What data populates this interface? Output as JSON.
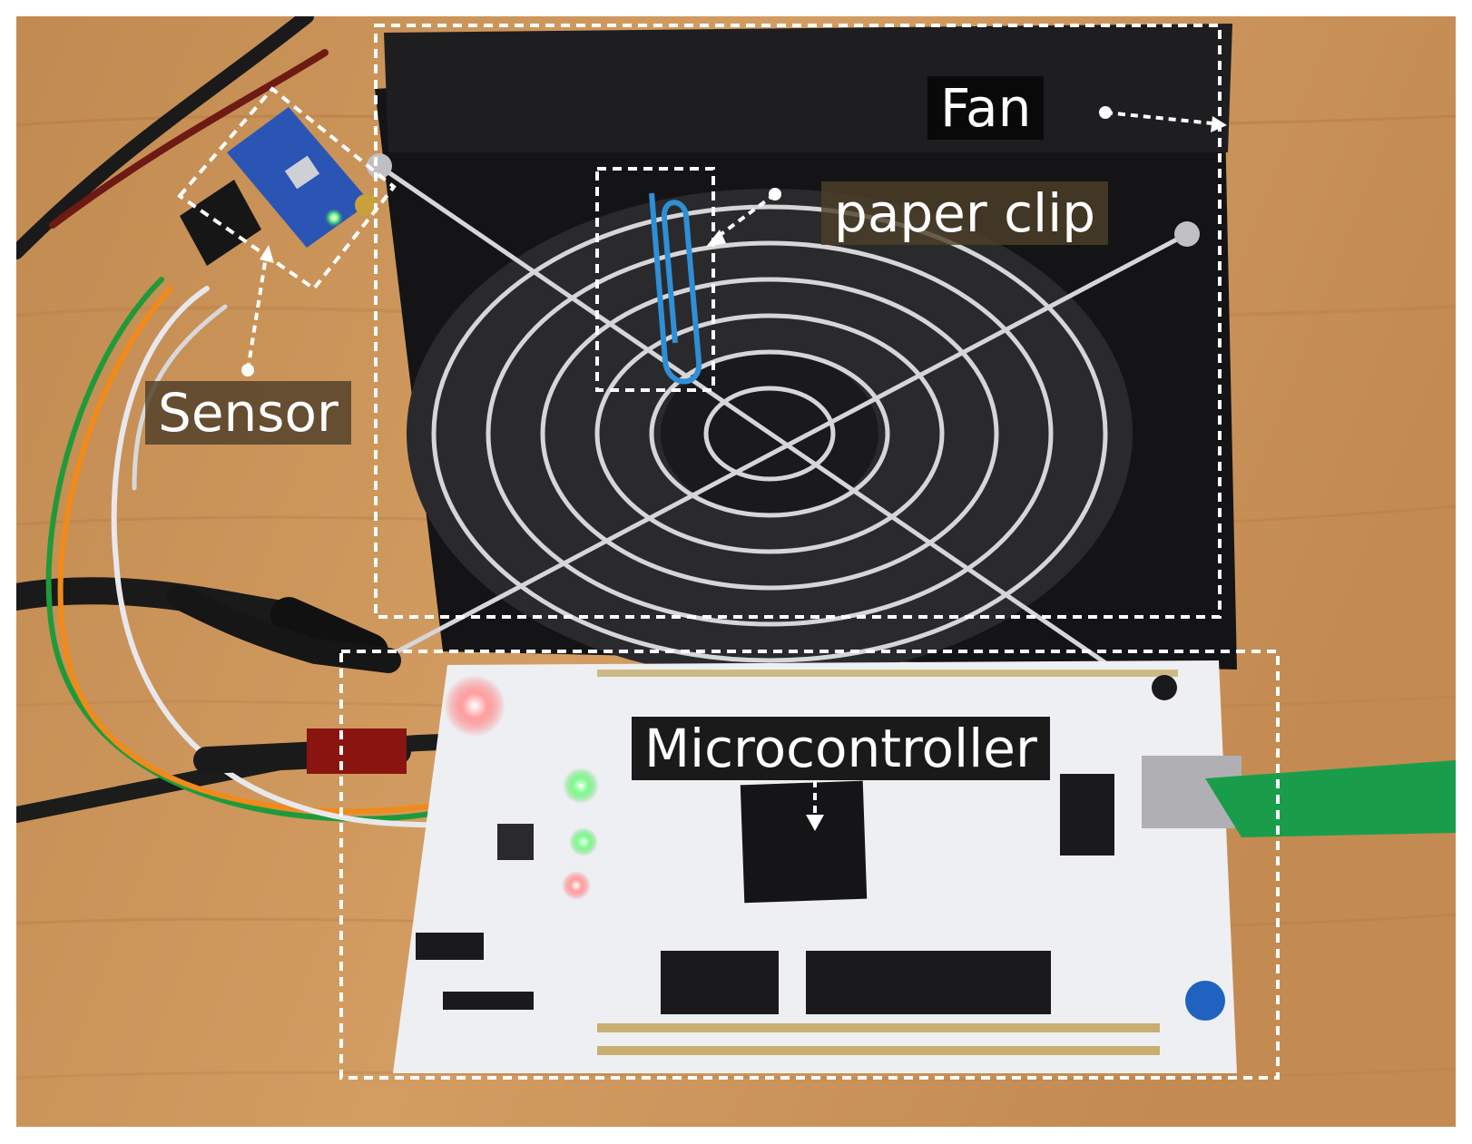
{
  "labels": {
    "fan": "Fan",
    "paper_clip": "paper clip",
    "sensor": "Sensor",
    "microcontroller": "Microcontroller"
  },
  "colors": {
    "table_wood": "#c99257",
    "annotation_box": "#ffffff",
    "fan_body": "#1c1c1e",
    "board": "#eeeff2",
    "sensor_board": "#2a55b5",
    "ethernet_cable": "#1a9d4a",
    "paper_clip": "#2e8fd6"
  }
}
